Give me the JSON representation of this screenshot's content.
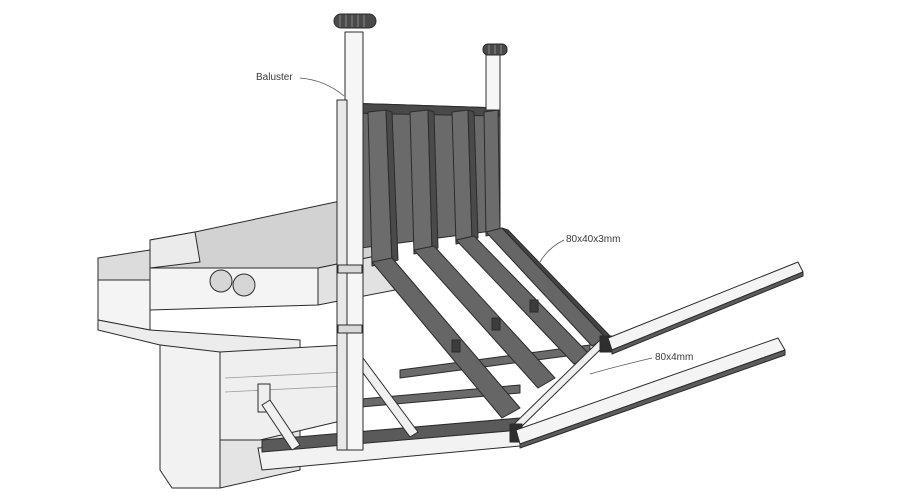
{
  "labels": {
    "baluster": "Baluster",
    "brace": "80x40x3mm",
    "flat_bar": "80x4mm"
  },
  "colors": {
    "steel_face": "#6e6e6e",
    "steel_side": "#4d4d4d",
    "concrete_top": "#d2d2d2",
    "concrete_face": "#f4f4f4",
    "concrete_side": "#e2e2e2",
    "outline": "#2b2b2b"
  }
}
